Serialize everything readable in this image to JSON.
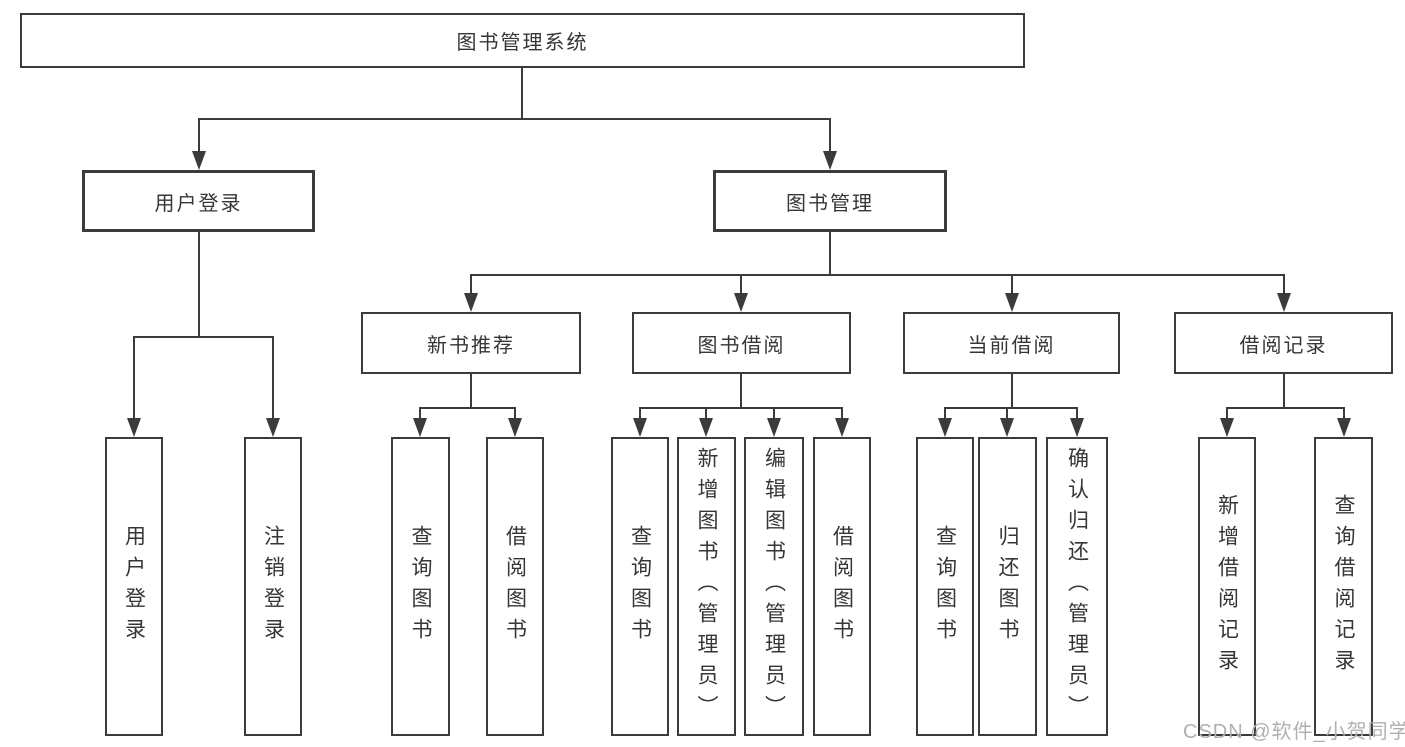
{
  "tree": {
    "root": {
      "label": "图书管理系统"
    },
    "branches": [
      {
        "label": "用户登录",
        "children": [
          {
            "label": "用户登录"
          },
          {
            "label": "注销登录"
          }
        ]
      },
      {
        "label": "图书管理",
        "children": [
          {
            "label": "新书推荐",
            "children": [
              {
                "label": "查询图书"
              },
              {
                "label": "借阅图书"
              }
            ]
          },
          {
            "label": "图书借阅",
            "children": [
              {
                "label": "查询图书"
              },
              {
                "label": "新增图书（管理员）"
              },
              {
                "label": "编辑图书（管理员）"
              },
              {
                "label": "借阅图书"
              }
            ]
          },
          {
            "label": "当前借阅",
            "children": [
              {
                "label": "查询图书"
              },
              {
                "label": "归还图书"
              },
              {
                "label": "确认归还（管理员）"
              }
            ]
          },
          {
            "label": "借阅记录",
            "children": [
              {
                "label": "新增借阅记录"
              },
              {
                "label": "查询借阅记录"
              }
            ]
          }
        ]
      }
    ]
  },
  "watermark": {
    "text": "CSDN @软件_小贺同学",
    "color": "#b0b0b0"
  },
  "colors": {
    "line": "#3b3b3b",
    "text": "#363636",
    "background": "#ffffff"
  }
}
